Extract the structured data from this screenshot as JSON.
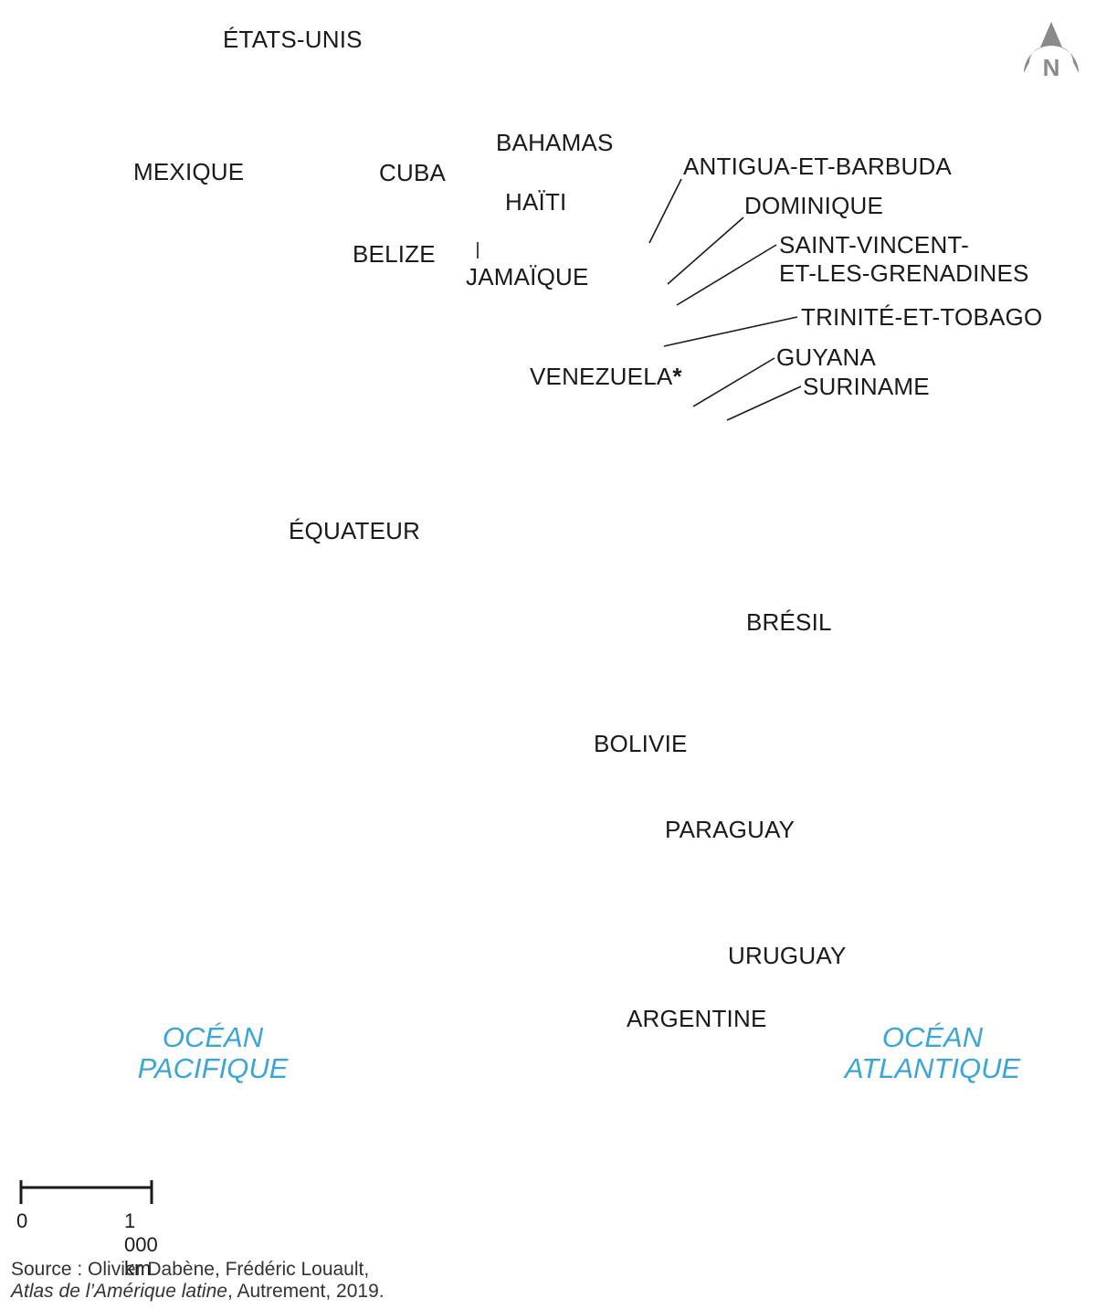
{
  "countries": {
    "etats_unis": "ÉTATS-UNIS",
    "mexique": "MEXIQUE",
    "cuba": "CUBA",
    "bahamas": "BAHAMAS",
    "haiti": "HAÏTI",
    "belize": "BELIZE",
    "jamaique": "JAMAÏQUE",
    "antigua": "ANTIGUA-ET-BARBUDA",
    "dominique": "DOMINIQUE",
    "saint_vincent_1": "SAINT-VINCENT-",
    "saint_vincent_2": "ET-LES-GRENADINES",
    "trinite": "TRINITÉ-ET-TOBAGO",
    "venezuela": "VENEZUELA",
    "venezuela_mark": "*",
    "guyana": "GUYANA",
    "suriname": "SURINAME",
    "equateur": "ÉQUATEUR",
    "bresil": "BRÉSIL",
    "bolivie": "BOLIVIE",
    "paraguay": "PARAGUAY",
    "uruguay": "URUGUAY",
    "argentine": "ARGENTINE"
  },
  "oceans": {
    "pacific_1": "OCÉAN",
    "pacific_2": "PACIFIQUE",
    "atlantic_1": "OCÉAN",
    "atlantic_2": "ATLANTIQUE"
  },
  "north_arrow": {
    "letter": "N",
    "icon": "north-arrow-icon"
  },
  "scale": {
    "start": "0",
    "end": "1 000 km"
  },
  "source": {
    "line1": "Source : Olivier Dabène, Frédéric Louault,",
    "title": "Atlas de l’Amérique latine",
    "rest": ", Autrement, 2019."
  },
  "colors": {
    "ocean_label": "#3aa5d8",
    "text": "#1a1a1a",
    "north_arrow": "#8a8a8a"
  }
}
